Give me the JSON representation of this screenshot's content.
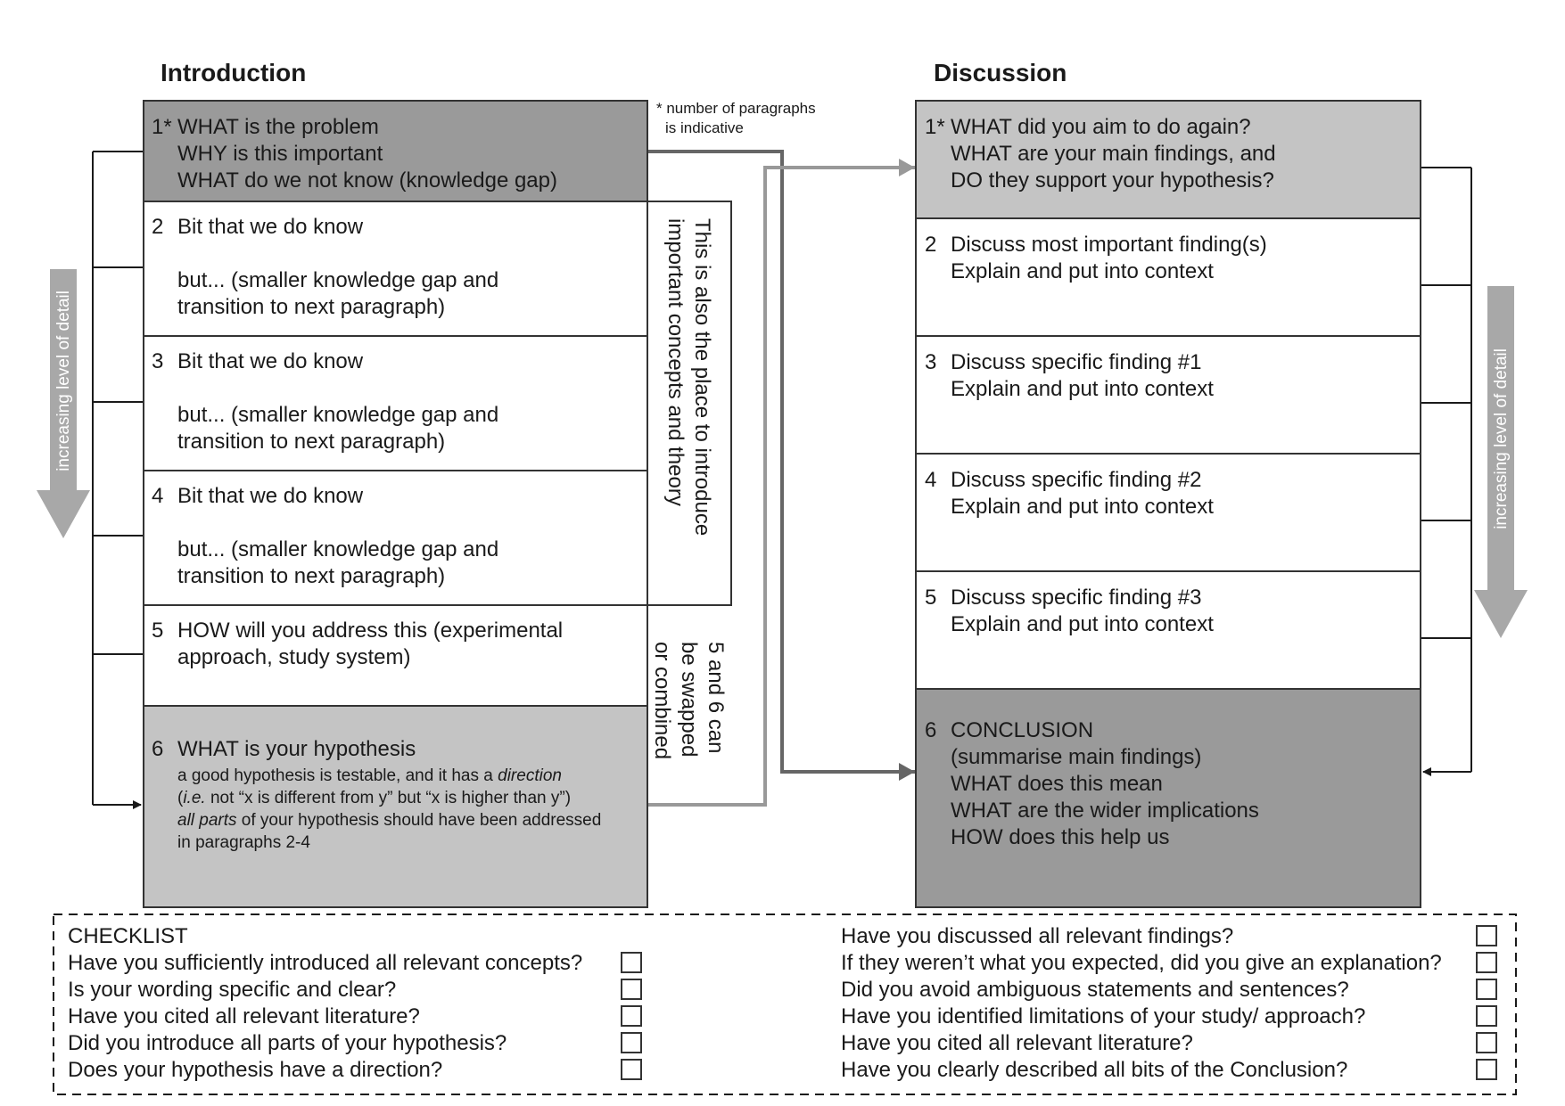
{
  "introduction": {
    "title": "Introduction",
    "paragraphs": [
      {
        "num": "1*",
        "lines": [
          "WHAT is the problem",
          "WHY is this important",
          "WHAT do we not know (knowledge gap)"
        ]
      },
      {
        "num": "2",
        "line1": "Bit that we do know",
        "line2": "but... (smaller knowledge gap and",
        "line3": "transition to next paragraph)"
      },
      {
        "num": "3",
        "line1": "Bit that we do know",
        "line2": "but... (smaller knowledge gap and",
        "line3": "transition to next paragraph)"
      },
      {
        "num": "4",
        "line1": "Bit that we do know",
        "line2": "but... (smaller knowledge gap and",
        "line3": "transition to next paragraph)"
      },
      {
        "num": "5",
        "line1": "HOW will you address this (experimental",
        "line2": "approach, study system)"
      },
      {
        "num": "6",
        "line1": "WHAT is your hypothesis",
        "detail1_a": "a good hypothesis is testable, and it has a ",
        "detail1_b": "direction",
        "detail2_a": "i.e.",
        "detail2_b": " not “x is different from y” but “x is higher than y”)",
        "detail3_a": "all parts",
        "detail3_b": " of your hypothesis should have been addressed",
        "detail4": "in paragraphs 2-4"
      }
    ],
    "concepts_note": [
      "This is also the place to introduce",
      "important concepts and theory"
    ],
    "swap_note": [
      "5 and 6 can",
      "be swapped",
      "or combined"
    ],
    "detail_arrow_label": "increasing level of detail"
  },
  "paragraph_note": [
    "* number of paragraphs",
    "is indicative"
  ],
  "discussion": {
    "title": "Discussion",
    "paragraphs": [
      {
        "num": "1*",
        "lines": [
          "WHAT did you aim to do again?",
          "WHAT are your main findings, and",
          "DO they support your hypothesis?"
        ]
      },
      {
        "num": "2",
        "line1": "Discuss most important finding(s)",
        "line2": "Explain and put into context"
      },
      {
        "num": "3",
        "line1": "Discuss specific finding #1",
        "line2": "Explain and put into context"
      },
      {
        "num": "4",
        "line1": "Discuss specific finding #2",
        "line2": "Explain and put into context"
      },
      {
        "num": "5",
        "line1": "Discuss specific finding #3",
        "line2": "Explain and put into context"
      },
      {
        "num": "6",
        "lines": [
          "CONCLUSION",
          "(summarise main findings)",
          "WHAT does this mean",
          "WHAT are the wider implications",
          "HOW does this help us"
        ]
      }
    ],
    "detail_arrow_label": "increasing level of detail"
  },
  "checklist": {
    "heading": "CHECKLIST",
    "left": [
      "Have you sufficiently introduced all relevant concepts?",
      "Is your wording specific and clear?",
      "Have you cited all relevant literature?",
      "Did you introduce all parts of your hypothesis?",
      "Does your hypothesis have a direction?"
    ],
    "right": [
      "Have you discussed all relevant findings?",
      "If they weren’t what you expected, did you give an explanation?",
      "Did you avoid ambiguous statements and sentences?",
      "Have you identified limitations of your study/ approach?",
      "Have you cited all relevant literature?",
      "Have you clearly described all bits of the Conclusion?"
    ]
  },
  "colors": {
    "dark_fill": "#9a9a9a",
    "light_fill": "#c4c4c4",
    "arrow_gray": "#a8a8a8",
    "connector_dark": "#666666",
    "connector_light": "#999999",
    "line": "#1a1a1a"
  }
}
